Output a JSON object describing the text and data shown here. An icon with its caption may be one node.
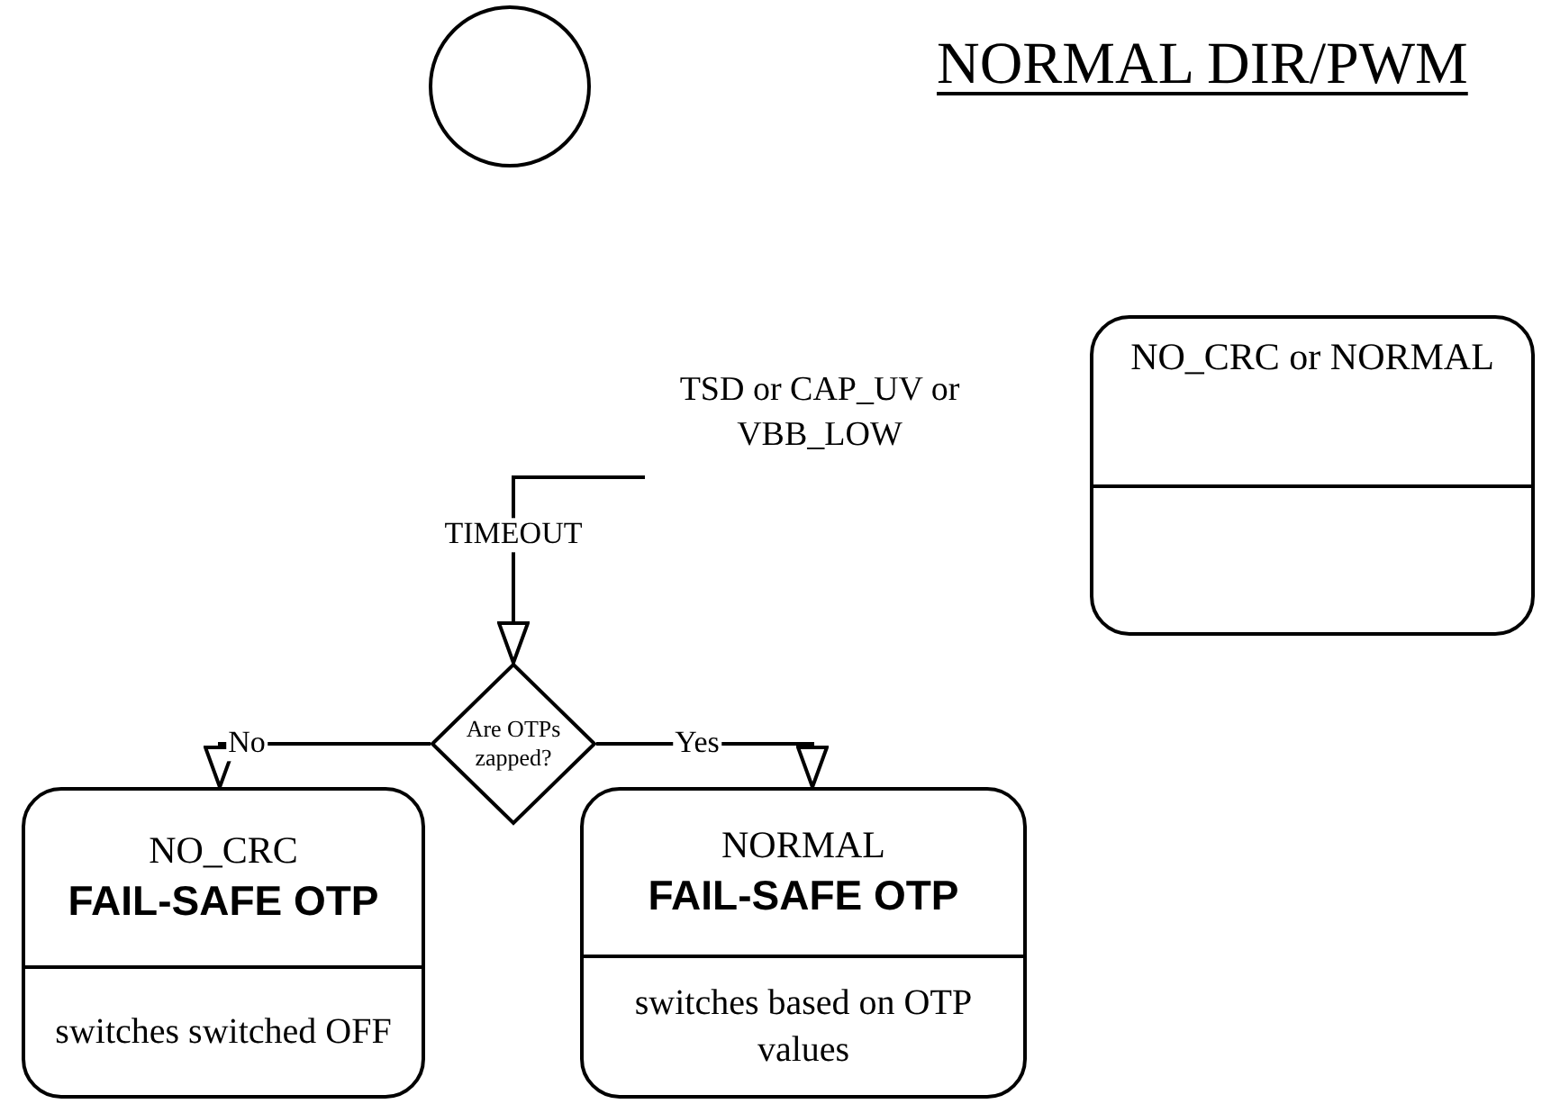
{
  "diagram": {
    "title": "NORMAL DIR/PWM",
    "nodes": [
      {
        "text": [],
        "shape": "circle"
      },
      {
        "text": [
          "NO_CRC or NORMAL"
        ]
      },
      {
        "text": [
          "Are OTPs zapped?"
        ]
      },
      {
        "text": [
          "NO_CRC",
          "FAIL-SAFE OTP",
          "switches switched OFF"
        ]
      },
      {
        "text": [
          "NORMAL",
          "FAIL-SAFE OTP",
          "switches based on OTP values"
        ]
      }
    ],
    "edges": [
      {
        "from": null,
        "to": 2,
        "arrow": "to",
        "label": "TIMEOUT"
      },
      {
        "from": 2,
        "to": 3,
        "arrow": "to",
        "label": "No"
      },
      {
        "from": 2,
        "to": 4,
        "arrow": "to",
        "label": "Yes"
      }
    ],
    "labels": [
      "TSD or CAP_UV or VBB_LOW"
    ]
  }
}
